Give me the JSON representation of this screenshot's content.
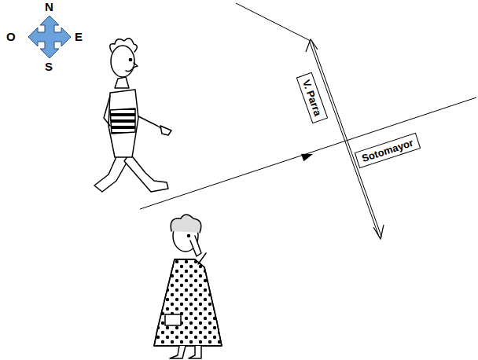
{
  "diagram": {
    "nodes": [
      {
        "text": [
          "V. Parra"
        ]
      },
      {
        "text": [
          "Sotomayor"
        ]
      }
    ],
    "labels": [
      "N",
      "O",
      "E",
      "S"
    ]
  }
}
